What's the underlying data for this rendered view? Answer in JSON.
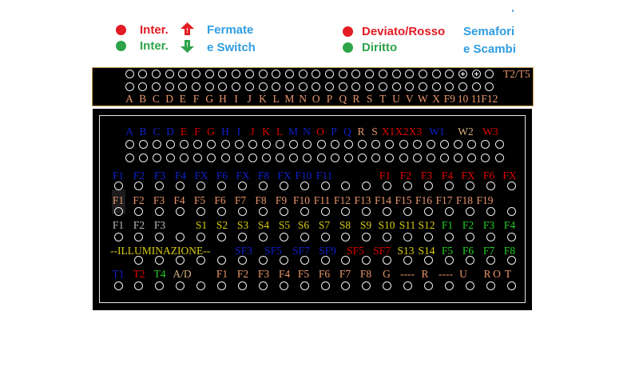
{
  "colors": {
    "red": "#e31b23",
    "green": "#2ea34a",
    "blue": "#2f9de0",
    "salmon": "#e8946a",
    "navy": "#1020c8",
    "darkred": "#e00000",
    "yellow": "#d8cc10",
    "lime": "#22cc22",
    "gray": "#b8b8b8",
    "tan": "#d8b080"
  },
  "legend": {
    "inter_red": "Inter.",
    "inter_green": "Inter.",
    "fermate": "Fermate",
    "switch": "e Switch",
    "deviato": "Deviato/Rosso",
    "diritto": "Diritto",
    "semafori": "Semafori",
    "scambi": "e Scambi",
    "up_icon": "!",
    "down_icon": "!"
  },
  "top_panel": {
    "corner_label": "T2/T5",
    "labels": [
      "A",
      "B",
      "C",
      "D",
      "E",
      "F",
      "G",
      "H",
      "I",
      "J",
      "K",
      "L",
      "M",
      "N",
      "O",
      "P",
      "Q",
      "R",
      "S",
      "T",
      "U",
      "V",
      "W",
      "X",
      "F9",
      "10",
      "11",
      "F12"
    ]
  },
  "main_panel": {
    "rows": [
      {
        "labels": [
          {
            "t": "A",
            "c": "navy"
          },
          {
            "t": "B",
            "c": "navy"
          },
          {
            "t": "C",
            "c": "navy"
          },
          {
            "t": "D",
            "c": "navy"
          },
          {
            "t": "E",
            "c": "darkred"
          },
          {
            "t": "F",
            "c": "darkred"
          },
          {
            "t": "G",
            "c": "darkred"
          },
          {
            "t": "H",
            "c": "navy"
          },
          {
            "t": "I",
            "c": "navy"
          },
          {
            "t": "J",
            "c": "darkred"
          },
          {
            "t": "K",
            "c": "darkred"
          },
          {
            "t": "L",
            "c": "darkred"
          },
          {
            "t": "M",
            "c": "navy"
          },
          {
            "t": "N",
            "c": "navy"
          },
          {
            "t": "O",
            "c": "darkred"
          },
          {
            "t": "P",
            "c": "navy"
          },
          {
            "t": "Q",
            "c": "navy"
          },
          {
            "t": "R",
            "c": "salmon"
          },
          {
            "t": "S",
            "c": "salmon"
          },
          {
            "t": "X1",
            "c": "darkred"
          },
          {
            "t": "X2",
            "c": "darkred"
          },
          {
            "t": "X3",
            "c": "darkred"
          },
          {
            "t": "W1",
            "c": "navy"
          },
          {
            "t": "W2",
            "c": "tan"
          },
          {
            "t": "W3",
            "c": "darkred"
          }
        ]
      },
      {
        "labels": [
          {
            "t": "F1",
            "c": "navy"
          },
          {
            "t": "F2",
            "c": "navy"
          },
          {
            "t": "F3",
            "c": "navy"
          },
          {
            "t": "F4",
            "c": "navy"
          },
          {
            "t": "FX",
            "c": "navy"
          },
          {
            "t": "F6",
            "c": "navy"
          },
          {
            "t": "FX",
            "c": "navy"
          },
          {
            "t": "F8",
            "c": "navy"
          },
          {
            "t": "FX",
            "c": "navy"
          },
          {
            "t": "F10",
            "c": "navy"
          },
          {
            "t": "F11",
            "c": "navy"
          },
          {
            "t": "F1",
            "c": "darkred"
          },
          {
            "t": "F2",
            "c": "darkred"
          },
          {
            "t": "F3",
            "c": "darkred"
          },
          {
            "t": "F4",
            "c": "darkred"
          },
          {
            "t": "FX",
            "c": "darkred"
          },
          {
            "t": "F6",
            "c": "darkred"
          },
          {
            "t": "FX",
            "c": "darkred"
          }
        ]
      },
      {
        "labels": [
          {
            "t": "F1",
            "c": "salmon"
          },
          {
            "t": "F2",
            "c": "salmon"
          },
          {
            "t": "F3",
            "c": "salmon"
          },
          {
            "t": "F4",
            "c": "salmon"
          },
          {
            "t": "F5",
            "c": "salmon"
          },
          {
            "t": "F6",
            "c": "salmon"
          },
          {
            "t": "F7",
            "c": "salmon"
          },
          {
            "t": "F8",
            "c": "salmon"
          },
          {
            "t": "F9",
            "c": "salmon"
          },
          {
            "t": "F10",
            "c": "salmon"
          },
          {
            "t": "F11",
            "c": "salmon"
          },
          {
            "t": "F12",
            "c": "salmon"
          },
          {
            "t": "F13",
            "c": "salmon"
          },
          {
            "t": "F14",
            "c": "salmon"
          },
          {
            "t": "F15",
            "c": "salmon"
          },
          {
            "t": "F16",
            "c": "salmon"
          },
          {
            "t": "F17",
            "c": "salmon"
          },
          {
            "t": "F18",
            "c": "salmon"
          },
          {
            "t": "F19",
            "c": "salmon"
          }
        ]
      },
      {
        "labels": [
          {
            "t": "F1",
            "c": "gray"
          },
          {
            "t": "F2",
            "c": "gray"
          },
          {
            "t": "F3",
            "c": "gray"
          },
          {
            "t": "S1",
            "c": "yellow"
          },
          {
            "t": "S2",
            "c": "yellow"
          },
          {
            "t": "S3",
            "c": "yellow"
          },
          {
            "t": "S4",
            "c": "yellow"
          },
          {
            "t": "S5",
            "c": "yellow"
          },
          {
            "t": "S6",
            "c": "yellow"
          },
          {
            "t": "S7",
            "c": "yellow"
          },
          {
            "t": "S8",
            "c": "yellow"
          },
          {
            "t": "S9",
            "c": "yellow"
          },
          {
            "t": "S10",
            "c": "yellow"
          },
          {
            "t": "S11",
            "c": "yellow"
          },
          {
            "t": "S12",
            "c": "yellow"
          },
          {
            "t": "F1",
            "c": "lime"
          },
          {
            "t": "F2",
            "c": "lime"
          },
          {
            "t": "F3",
            "c": "lime"
          },
          {
            "t": "F4",
            "c": "lime"
          }
        ]
      },
      {
        "labels": [
          {
            "t": "--ILLUMINAZIONE--",
            "c": "yellow"
          },
          {
            "t": "SF3",
            "c": "navy"
          },
          {
            "t": "SF5",
            "c": "navy"
          },
          {
            "t": "SF7",
            "c": "navy"
          },
          {
            "t": "SF9",
            "c": "navy"
          },
          {
            "t": "SF5",
            "c": "darkred"
          },
          {
            "t": "SF7",
            "c": "darkred"
          },
          {
            "t": "S13",
            "c": "yellow"
          },
          {
            "t": "S14",
            "c": "yellow"
          },
          {
            "t": "F5",
            "c": "lime"
          },
          {
            "t": "F6",
            "c": "lime"
          },
          {
            "t": "F7",
            "c": "lime"
          },
          {
            "t": "F8",
            "c": "lime"
          }
        ]
      },
      {
        "labels": [
          {
            "t": "T1",
            "c": "navy"
          },
          {
            "t": "T2",
            "c": "darkred"
          },
          {
            "t": "T4",
            "c": "lime"
          },
          {
            "t": "A/D",
            "c": "tan"
          },
          {
            "t": "F1",
            "c": "salmon"
          },
          {
            "t": "F2",
            "c": "salmon"
          },
          {
            "t": "F3",
            "c": "salmon"
          },
          {
            "t": "F4",
            "c": "salmon"
          },
          {
            "t": "F5",
            "c": "salmon"
          },
          {
            "t": "F6",
            "c": "salmon"
          },
          {
            "t": "F7",
            "c": "salmon"
          },
          {
            "t": "F8",
            "c": "salmon"
          },
          {
            "t": "G",
            "c": "salmon"
          },
          {
            "t": "----",
            "c": "salmon"
          },
          {
            "t": "R",
            "c": "salmon"
          },
          {
            "t": "----",
            "c": "salmon"
          },
          {
            "t": "U",
            "c": "salmon"
          },
          {
            "t": "R",
            "c": "salmon"
          },
          {
            "t": "O",
            "c": "salmon"
          },
          {
            "t": "T",
            "c": "salmon"
          }
        ]
      }
    ]
  }
}
